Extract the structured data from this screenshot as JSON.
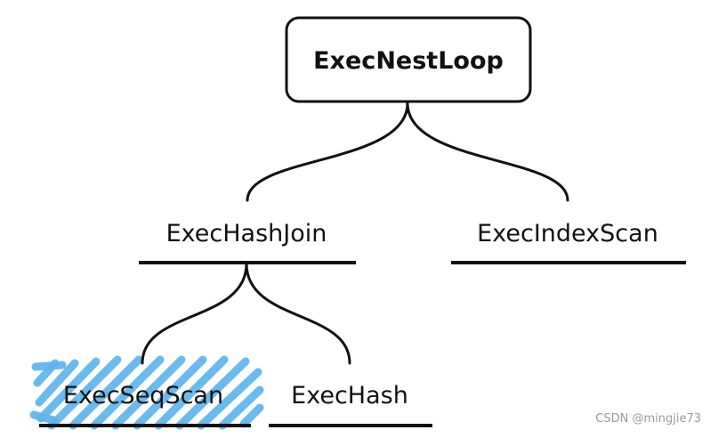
{
  "nodes": {
    "root": "ExecNestLoop",
    "hash_join": "ExecHashJoin",
    "index_scan": "ExecIndexScan",
    "seq_scan": "ExecSeqScan",
    "hash": "ExecHash"
  },
  "highlight": {
    "node": "seq_scan",
    "color": "#5bb4ee"
  },
  "colors": {
    "line": "#111111",
    "background": "#ffffff",
    "watermark": "#9a9a9a"
  },
  "watermark": "CSDN @mingjie73"
}
